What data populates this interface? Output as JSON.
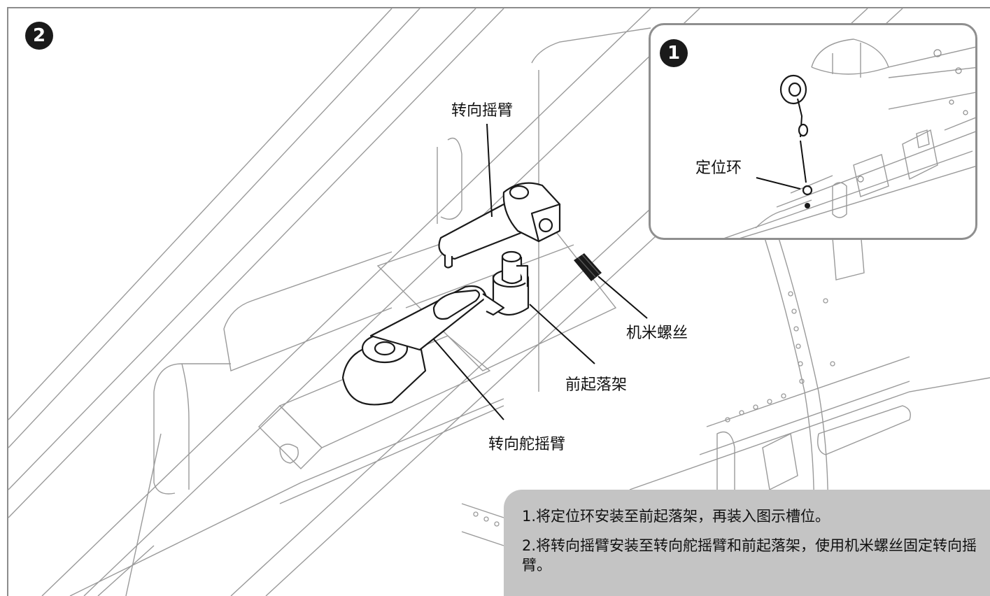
{
  "steps": {
    "step1_badge": "1",
    "step2_badge": "2"
  },
  "labels": {
    "steering_arm": "转向摇臂",
    "machine_screw": "机米螺丝",
    "nose_gear": "前起落架",
    "rudder_steering_arm": "转向舵摇臂",
    "locating_ring": "定位环"
  },
  "instructions": [
    "1.将定位环安装至前起落架，再装入图示槽位。",
    "2.将转向摇臂安装至转向舵摇臂和前起落架，使用机米螺丝固定转向摇臂。"
  ],
  "colors": {
    "outline": "#9a9a9a",
    "part": "#1a1a1a",
    "note_bg": "#c4c4c4",
    "badge_bg": "#1a1a1a"
  }
}
